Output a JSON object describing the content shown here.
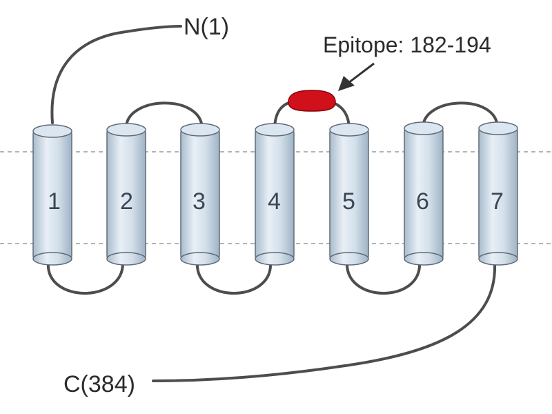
{
  "diagram": {
    "n_terminus_label": "N(1)",
    "c_terminus_label": "C(384)",
    "epitope_label": "Epitope: 182-194",
    "helices": [
      "1",
      "2",
      "3",
      "4",
      "5",
      "6",
      "7"
    ],
    "colors": {
      "epitope": "#d0101a",
      "helix_fill": "#c9d7e4",
      "loop": "#4d4d4d",
      "membrane_line": "#9a9a9a"
    }
  }
}
